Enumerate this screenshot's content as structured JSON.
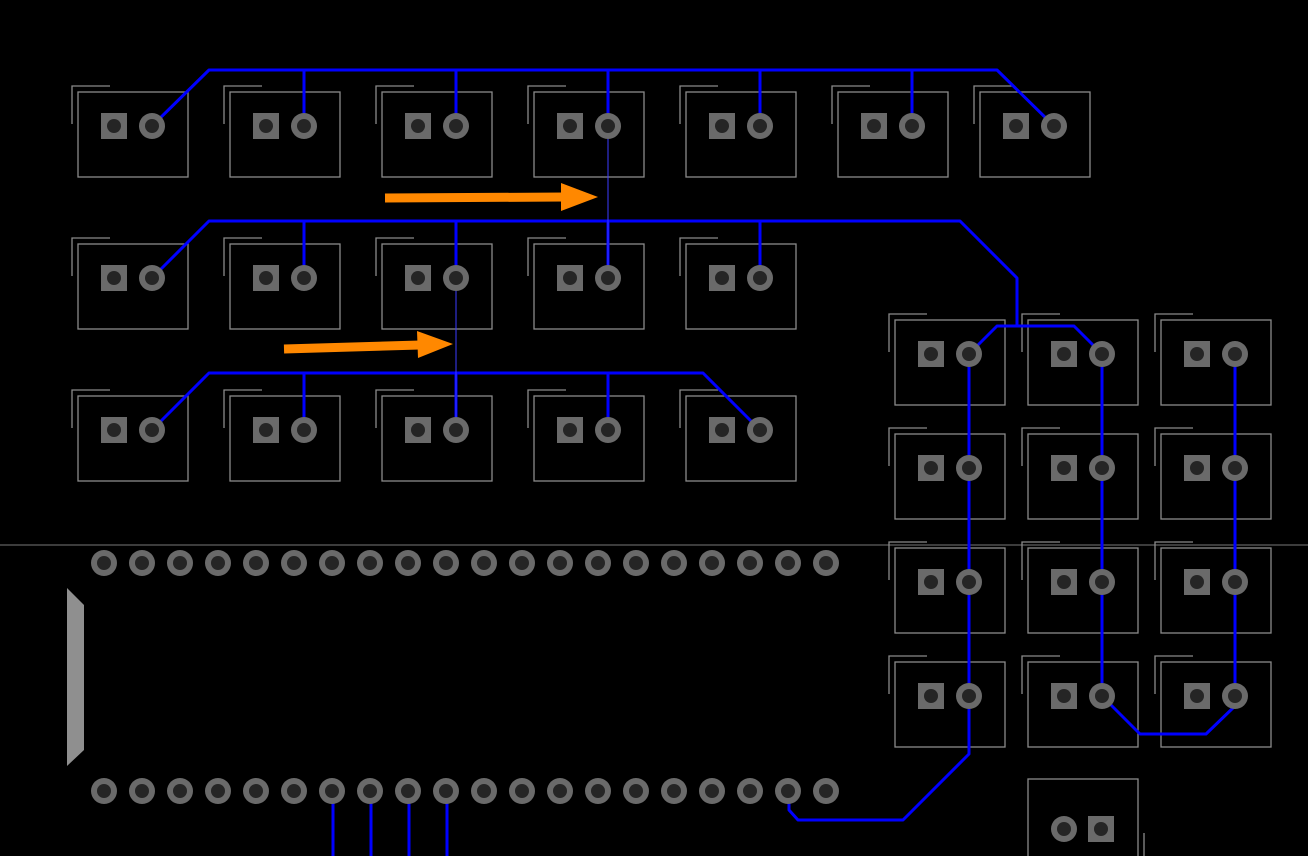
{
  "colors": {
    "background": "#000000",
    "trace": "#0000ff",
    "thin_trace": "#3c3cff",
    "outline": "#8a8a8a",
    "pad": "#6a6a6a",
    "drill": "#252525",
    "annotation_arrow": "#ff8800"
  },
  "layout_counts": {
    "switch_rows": [
      7,
      5,
      5
    ],
    "keypad_columns": 3,
    "keypad_rows": 4,
    "header_pins_per_row": 20
  }
}
